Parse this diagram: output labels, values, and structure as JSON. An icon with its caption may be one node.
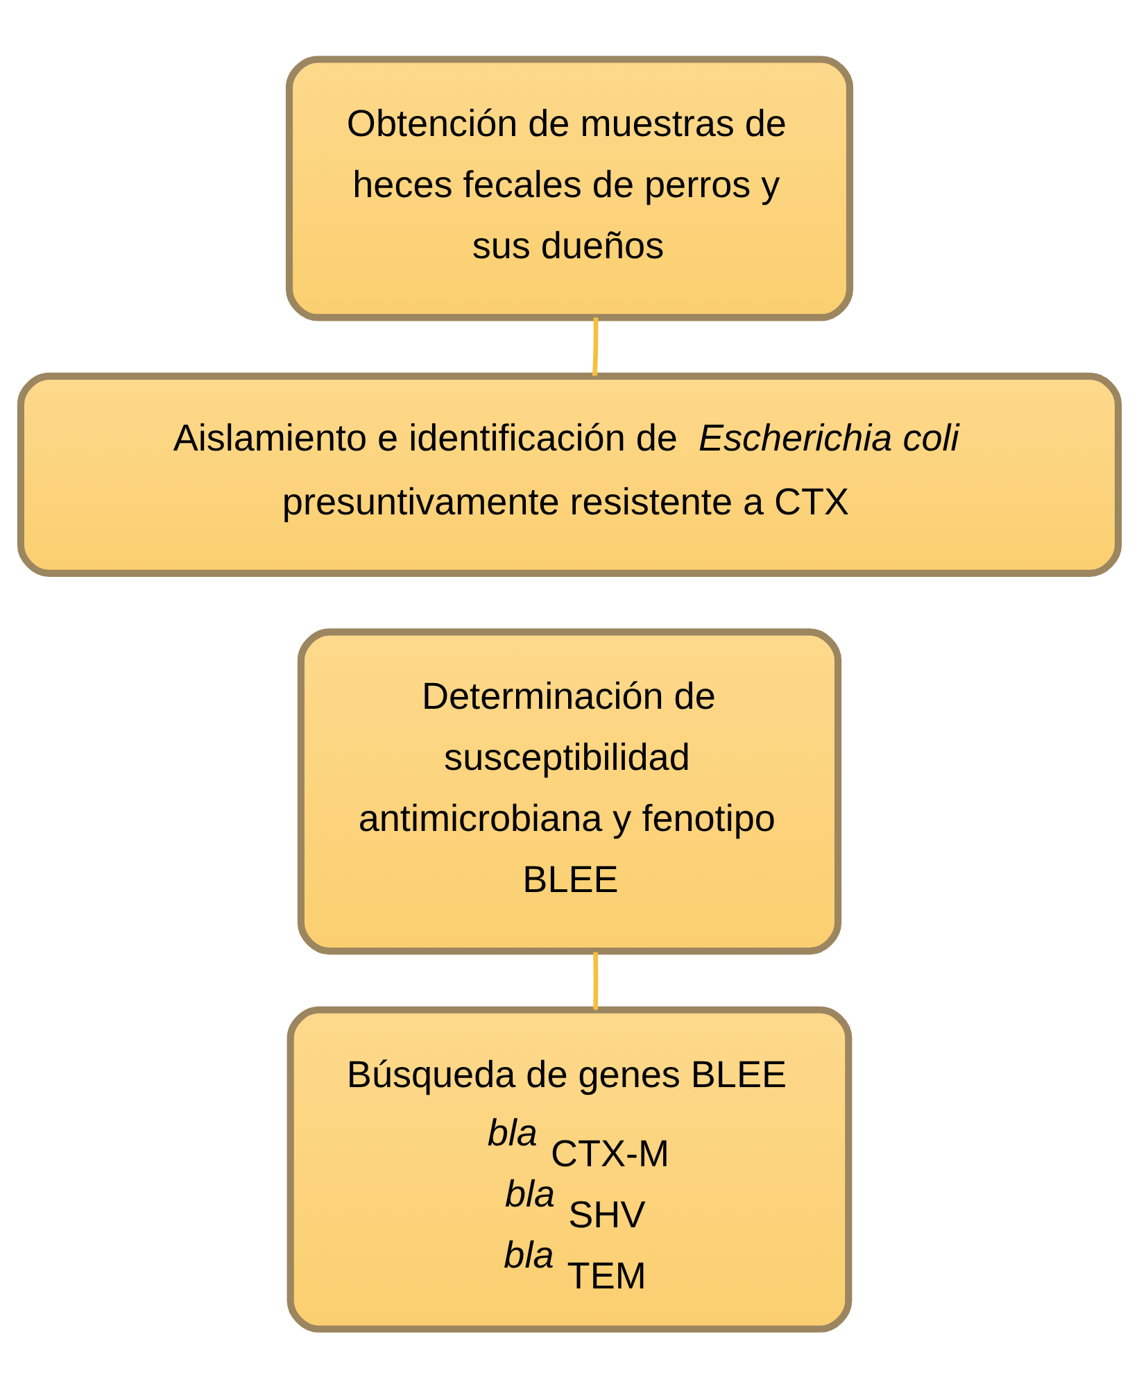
{
  "diagram": {
    "nodes": [
      {
        "text": [
          "Obtención de muestras de heces fecales de perros y sus dueños"
        ]
      },
      {
        "text": [
          "Aislamiento e identificación de *Escherichia coli* presuntivamente resistente a CTX"
        ]
      },
      {
        "text": [
          "Determinación de susceptibilidad antimicrobiana y fenotipo BLEE"
        ]
      },
      {
        "text": [
          "Búsqueda de genes BLEE",
          "*bla* $_{CTX-M}$",
          "*bla* $_{SHV}$",
          "*bla* $_{TEM}$"
        ]
      }
    ],
    "edges": [
      {
        "from": 0,
        "to": 1,
        "arrow": "none"
      },
      {
        "from": 2,
        "to": 3,
        "arrow": "none"
      }
    ]
  }
}
